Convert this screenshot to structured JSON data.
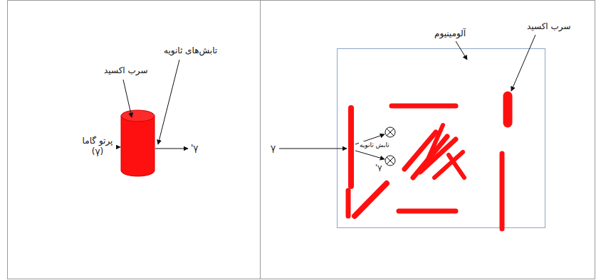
{
  "diagram": {
    "labels": [
      "سرب اکسید",
      "تابش‌های ثانویه",
      "پرتو گاما (γ)",
      "γ'",
      "آلومینیوم",
      "سرب اکسید",
      "γ",
      "تابش ثانویه",
      "γ'"
    ]
  }
}
